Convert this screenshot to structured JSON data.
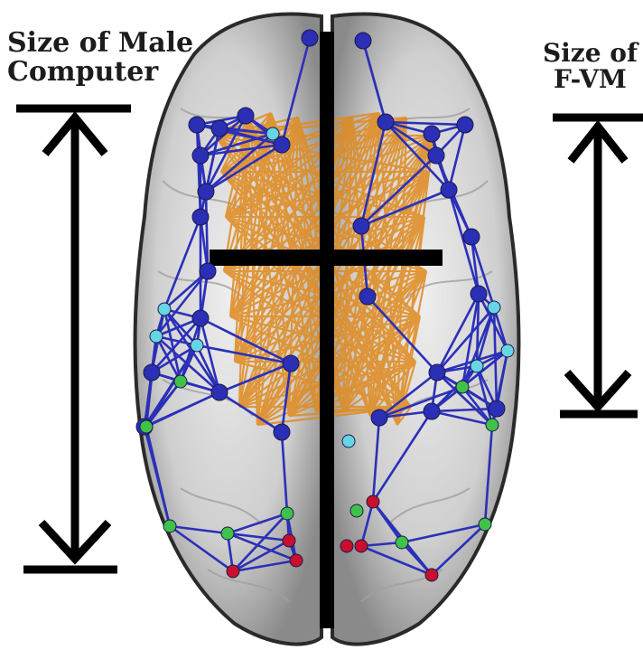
{
  "labels": {
    "left_line1": "Size of Male",
    "left_line2": "Computer",
    "right_line1": "Size of",
    "right_line2": "F-VM"
  },
  "colors": {
    "background": "#ffffff",
    "brain_fill": "#d6d6d6",
    "brain_outline": "#2a2a2a",
    "blue_node": "#2a2fb5",
    "blue_edge": "#2b30b8",
    "orange_edge": "#e08a1e",
    "cyan_node": "#66d6e6",
    "green_node": "#3fc24a",
    "red_node": "#c8102e",
    "arrow": "#000000"
  }
}
